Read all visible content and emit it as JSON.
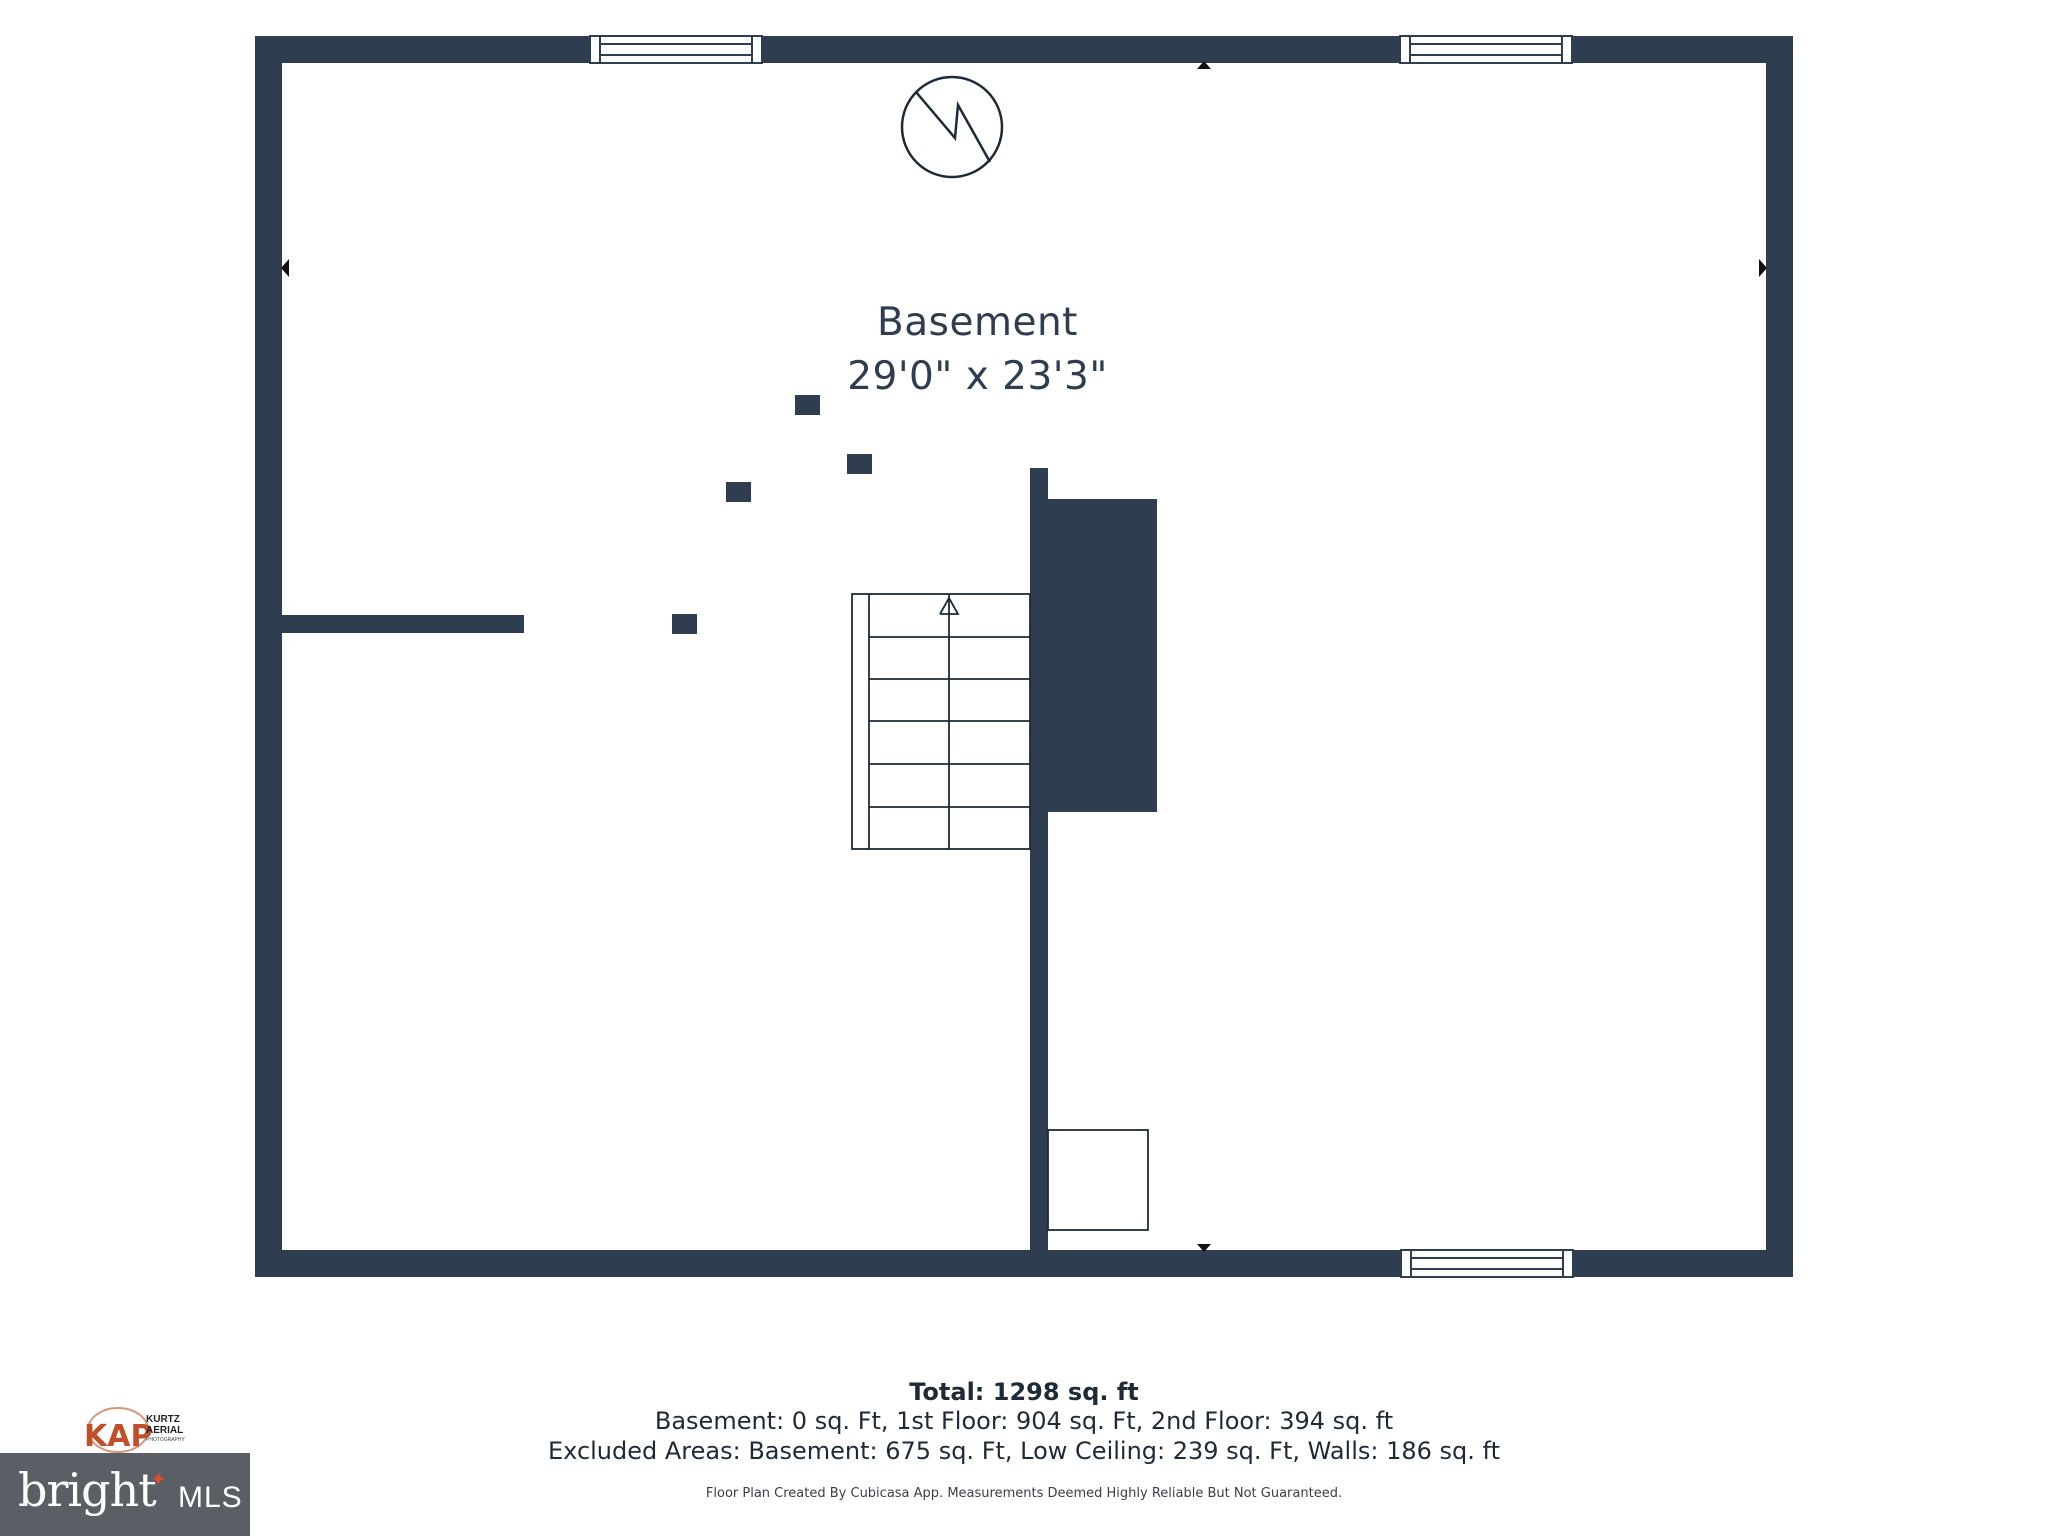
{
  "colors": {
    "wall": "#2e3d50",
    "text": "#1f2a38",
    "line": "#2e3d50",
    "badge_bg": "#5a5f66",
    "logo_accent": "#c0502a"
  },
  "room": {
    "name": "Basement",
    "dimensions": "29'0\" x 23'3\""
  },
  "summary": {
    "total": "Total: 1298 sq. ft",
    "areas": "Basement: 0 sq. Ft, 1st Floor: 904 sq. Ft, 2nd Floor: 394 sq. ft",
    "excluded": "Excluded Areas: Basement: 675 sq. Ft, Low Ceiling: 239 sq. Ft, Walls: 186 sq. ft",
    "disclaimer": "Floor Plan Created By Cubicasa App. Measurements Deemed Highly Reliable But Not Guaranteed."
  },
  "logos": {
    "kap_letters": "KAP",
    "kap_line1": "KURTZ",
    "kap_line2": "AERIAL",
    "kap_line3": "PHOTOGRAPHY",
    "bright_word": "bright",
    "mls_word": "MLS"
  },
  "icons": {
    "utility_symbol": "electrical-panel-icon",
    "stair_arrow": "arrow-up-icon",
    "wall_markers": "triangle-marker-icon"
  }
}
